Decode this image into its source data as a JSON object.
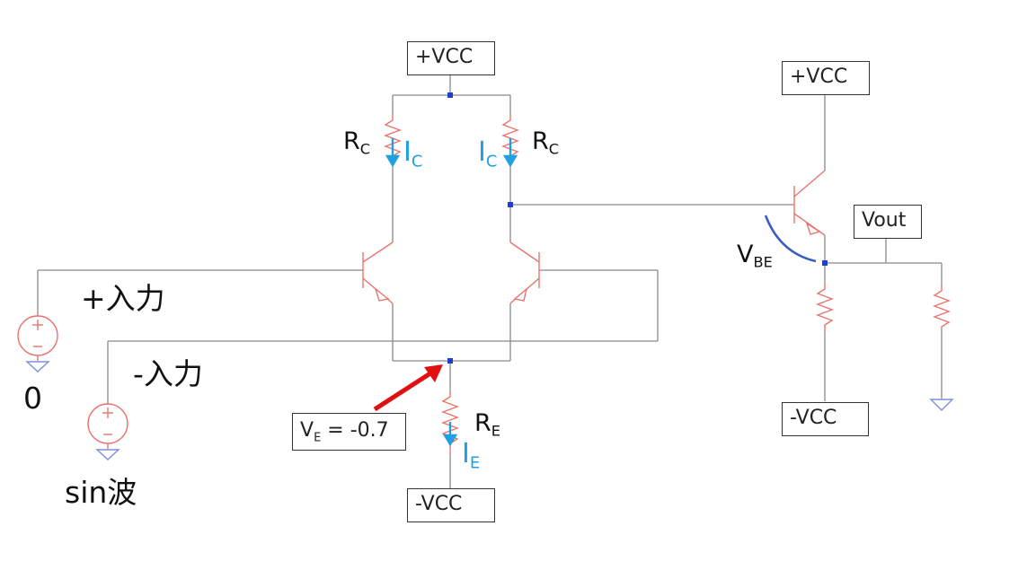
{
  "supply": {
    "vcc_top": "+VCC",
    "vcc_right": "+VCC",
    "neg_vcc_bottom": "-VCC",
    "neg_vcc_right": "-VCC"
  },
  "output": {
    "label": "Vout"
  },
  "inputs": {
    "plus": "+入力",
    "minus": "-入力",
    "source_zero": "0",
    "source_sin": "sin波"
  },
  "resistors": {
    "rc_letter": "R",
    "rc_sub": "C",
    "re_letter": "R",
    "re_sub": "E"
  },
  "currents": {
    "ic_letter": "I",
    "ic_sub": "C",
    "ie_letter": "I",
    "ie_sub": "E"
  },
  "voltages": {
    "vbe_letter": "V",
    "vbe_sub": "BE",
    "ve_letter": "V",
    "ve_sub": "E",
    "ve_value": "= -0.7"
  },
  "colors": {
    "wire": "#8a8a8a",
    "component": "#e8746e",
    "node": "#1f3fd0",
    "current_arrow": "#1fa0e0",
    "annotation_arrow": "#e01010",
    "vbe_arc": "#3a5fc0",
    "ground": "#7d8fd8"
  }
}
